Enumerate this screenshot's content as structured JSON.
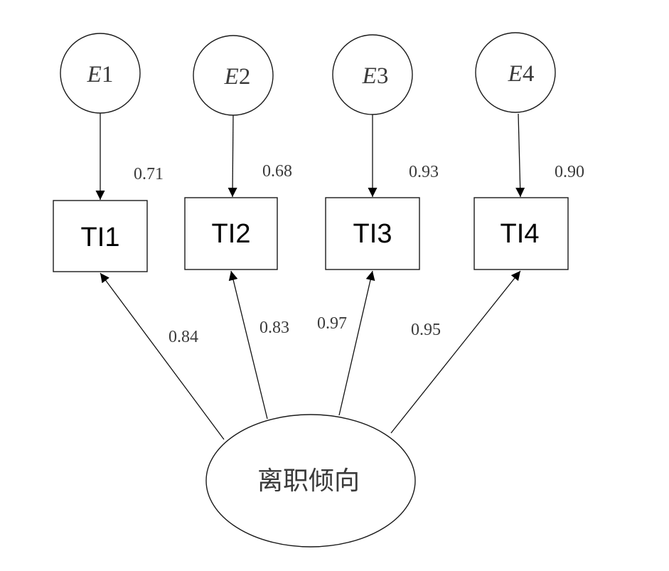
{
  "diagram": {
    "type": "structural-equation-model",
    "latent": {
      "id": "latent",
      "label": "离职倾向"
    },
    "errors": [
      {
        "id": "E1",
        "letter": "E",
        "num": "1"
      },
      {
        "id": "E2",
        "letter": "E",
        "num": "2"
      },
      {
        "id": "E3",
        "letter": "E",
        "num": "3"
      },
      {
        "id": "E4",
        "letter": "E",
        "num": "4"
      }
    ],
    "observed": [
      {
        "id": "TI1",
        "label": "TI1"
      },
      {
        "id": "TI2",
        "label": "TI2"
      },
      {
        "id": "TI3",
        "label": "TI3"
      },
      {
        "id": "TI4",
        "label": "TI4"
      }
    ],
    "error_paths": [
      {
        "from": "E1",
        "to": "TI1",
        "value": "0.71"
      },
      {
        "from": "E2",
        "to": "TI2",
        "value": "0.68"
      },
      {
        "from": "E3",
        "to": "TI3",
        "value": "0.93"
      },
      {
        "from": "E4",
        "to": "TI4",
        "value": "0.90"
      }
    ],
    "loadings": [
      {
        "from": "latent",
        "to": "TI1",
        "value": "0.84"
      },
      {
        "from": "latent",
        "to": "TI2",
        "value": "0.83"
      },
      {
        "from": "latent",
        "to": "TI3",
        "value": "0.97"
      },
      {
        "from": "latent",
        "to": "TI4",
        "value": "0.95"
      }
    ],
    "colors": {
      "stroke": "#111111",
      "text": "#3a3a3a",
      "background": "#ffffff"
    }
  }
}
